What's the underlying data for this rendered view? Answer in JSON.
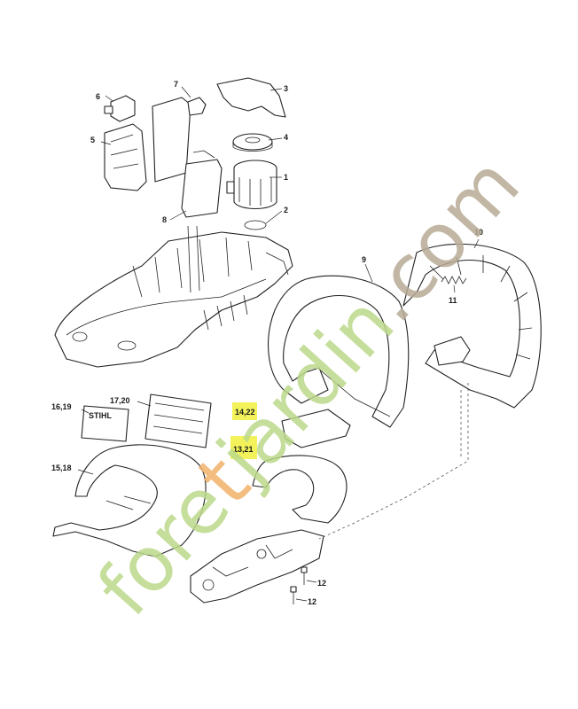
{
  "labels": {
    "p1": "1",
    "p2": "2",
    "p3": "3",
    "p4": "4",
    "p5": "5",
    "p6": "6",
    "p7": "7",
    "p8": "8",
    "p9": "9",
    "p10": "10",
    "p11": "11",
    "p12a": "12",
    "p12b": "12",
    "p13_21": "13,21",
    "p14_22": "14,22",
    "p15_18": "15,18",
    "p16_19": "16,19",
    "p17_20": "17,20"
  },
  "decal": {
    "brand": "STIHL"
  },
  "watermark": {
    "part1": "fore",
    "part2": "t",
    "part3": "jardin",
    "part4": ".com"
  },
  "colors": {
    "highlight": "#f3f25a",
    "watermark_green": "#bcd98a",
    "watermark_orange": "#f2b26a",
    "watermark_grey": "#b8ab95"
  }
}
